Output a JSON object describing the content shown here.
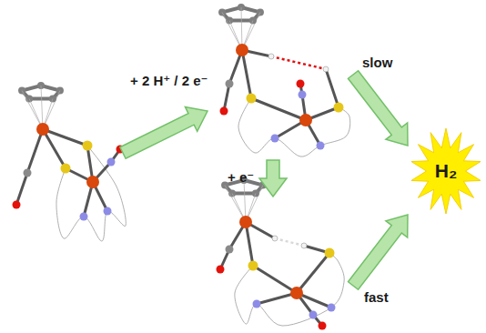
{
  "diagram": {
    "nodes": [
      {
        "text": [
          "H₂"
        ]
      }
    ],
    "labels": [
      "+ 2 H⁺ / 2 e⁻",
      "+ e⁻",
      "slow",
      "fast"
    ]
  }
}
